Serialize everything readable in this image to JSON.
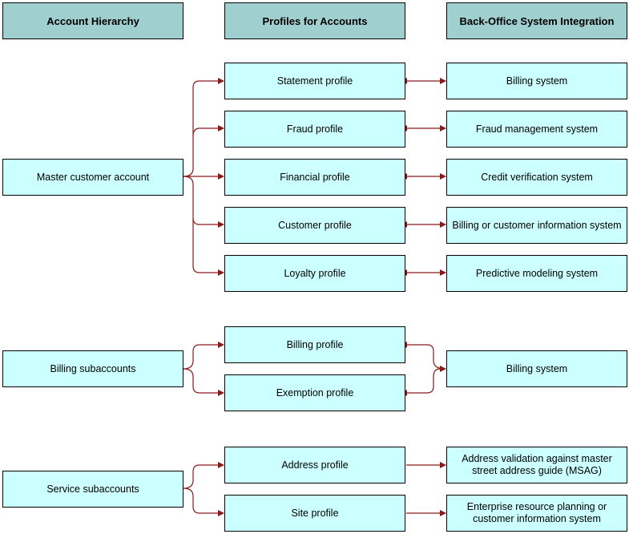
{
  "headers": {
    "account_hierarchy": "Account Hierarchy",
    "profiles": "Profiles for Accounts",
    "integration": "Back-Office System Integration"
  },
  "accounts": {
    "master": "Master customer account",
    "billing_sub": "Billing subaccounts",
    "service_sub": "Service subaccounts"
  },
  "profiles": {
    "statement": "Statement profile",
    "fraud": "Fraud profile",
    "financial": "Financial profile",
    "customer": "Customer profile",
    "loyalty": "Loyalty profile",
    "billing": "Billing profile",
    "exemption": "Exemption profile",
    "address": "Address profile",
    "site": "Site profile"
  },
  "systems": {
    "billing_system": "Billing system",
    "fraud_mgmt": "Fraud management system",
    "credit": "Credit verification system",
    "billing_or_cis": "Billing or customer information system",
    "predictive": "Predictive modeling system",
    "billing_system_2": "Billing system",
    "msag": "Address validation against master street address guide (MSAG)",
    "erp": "Enterprise resource planning or customer information system"
  },
  "colors": {
    "box_fill": "#ccffff",
    "header_fill": "#9fcfcf",
    "connector": "#8b1a1a"
  }
}
